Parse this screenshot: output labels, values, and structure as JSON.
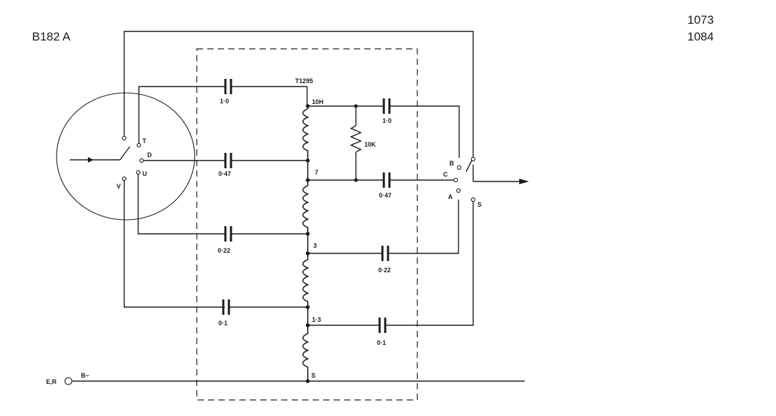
{
  "header": {
    "ref_left": "B182 A",
    "ref_right_1": "1073",
    "ref_right_2": "1084"
  },
  "transformer": {
    "name": "T1295",
    "taps": [
      "10H",
      "7",
      "3",
      "1·3",
      "S"
    ]
  },
  "resistor": {
    "value": "10K"
  },
  "capacitors_left": [
    "1·0",
    "0·47",
    "0·22",
    "0·1"
  ],
  "capacitors_right": [
    "1·0",
    "0·47",
    "0·22",
    "0·1"
  ],
  "switch_left": {
    "contacts": [
      "T",
      "D",
      "U",
      "V"
    ]
  },
  "switch_right": {
    "contacts": [
      "B",
      "C",
      "A",
      "S"
    ]
  },
  "bus": {
    "terminal": "E,R",
    "label": "B−"
  }
}
